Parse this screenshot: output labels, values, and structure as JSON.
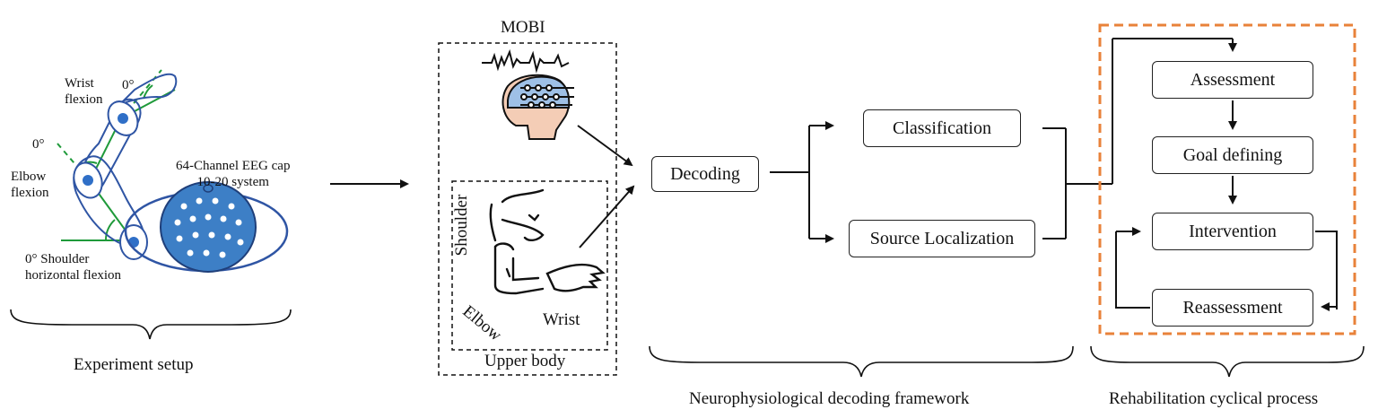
{
  "setup": {
    "wrist_label": "Wrist\nflexion",
    "wrist_angle": "0°",
    "elbow_angle": "0°",
    "elbow_label": "Elbow\nflexion",
    "shoulder_label": "0°  Shoulder\nhorizontal flexion",
    "eeg_label": "64-Channel EEG cap\n10-20 system",
    "caption": "Experiment setup"
  },
  "mobi": {
    "title": "MOBI",
    "shoulder": "Shoulder",
    "elbow": "Elbow",
    "wrist": "Wrist",
    "upper_body": "Upper body"
  },
  "framework": {
    "decoding": "Decoding",
    "classification": "Classification",
    "source_localization": "Source Localization",
    "caption": "Neurophysiological decoding framework"
  },
  "rehab": {
    "assessment": "Assessment",
    "goal_defining": "Goal defining",
    "intervention": "Intervention",
    "reassessment": "Reassessment",
    "caption": "Rehabilitation cyclical process"
  },
  "colors": {
    "arm_outline": "#2f55a4",
    "joint_fill": "#2f6fc7",
    "angle_lines": "#1f9a3a",
    "eeg_cap": "#3d7fc6",
    "brain_fill": "#9ec0e6",
    "face_fill": "#f4cdb6",
    "highlight_border": "#e8823a"
  }
}
